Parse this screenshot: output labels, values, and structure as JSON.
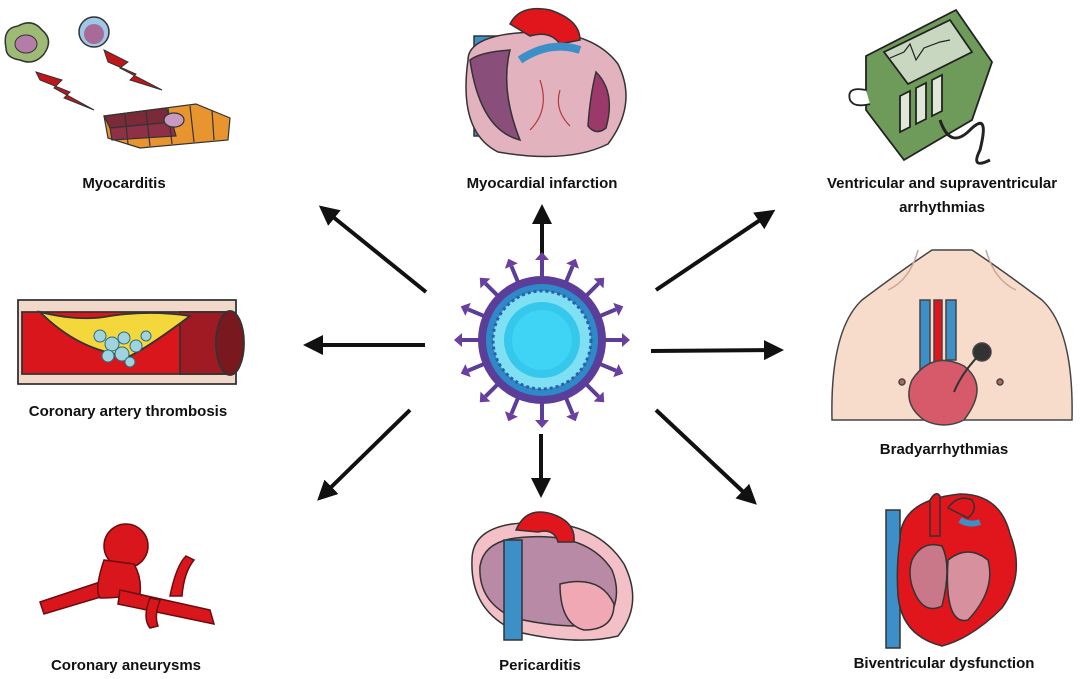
{
  "center": {
    "icon": "coronavirus-icon"
  },
  "outcomes": {
    "myocarditis": {
      "label": "Myocarditis",
      "icon": "myocyte-immune-attack-icon"
    },
    "myocardial_infarction": {
      "label": "Myocardial infarction",
      "icon": "infarcted-heart-icon"
    },
    "arrhythmias": {
      "label_line1": "Ventricular and supraventricular",
      "label_line2": "arrhythmias",
      "icon": "defibrillator-monitor-icon"
    },
    "thrombosis": {
      "label": "Coronary artery thrombosis",
      "icon": "thrombosed-artery-icon"
    },
    "bradyarrhythmias": {
      "label": "Bradyarrhythmias",
      "icon": "pacemaker-chest-icon"
    },
    "aneurysms": {
      "label": "Coronary aneurysms",
      "icon": "aneurysm-vessel-icon"
    },
    "pericarditis": {
      "label": "Pericarditis",
      "icon": "pericardium-heart-icon"
    },
    "biventricular": {
      "label": "Biventricular dysfunction",
      "icon": "heart-cross-section-icon"
    }
  },
  "colors": {
    "arrow": "#111111",
    "heart_red": "#e0161c",
    "heart_pink": "#e3b2bf",
    "vessel_blue": "#3c8fc7",
    "virus_purple": "#6a3fa0",
    "virus_cyan": "#35c7ec"
  }
}
